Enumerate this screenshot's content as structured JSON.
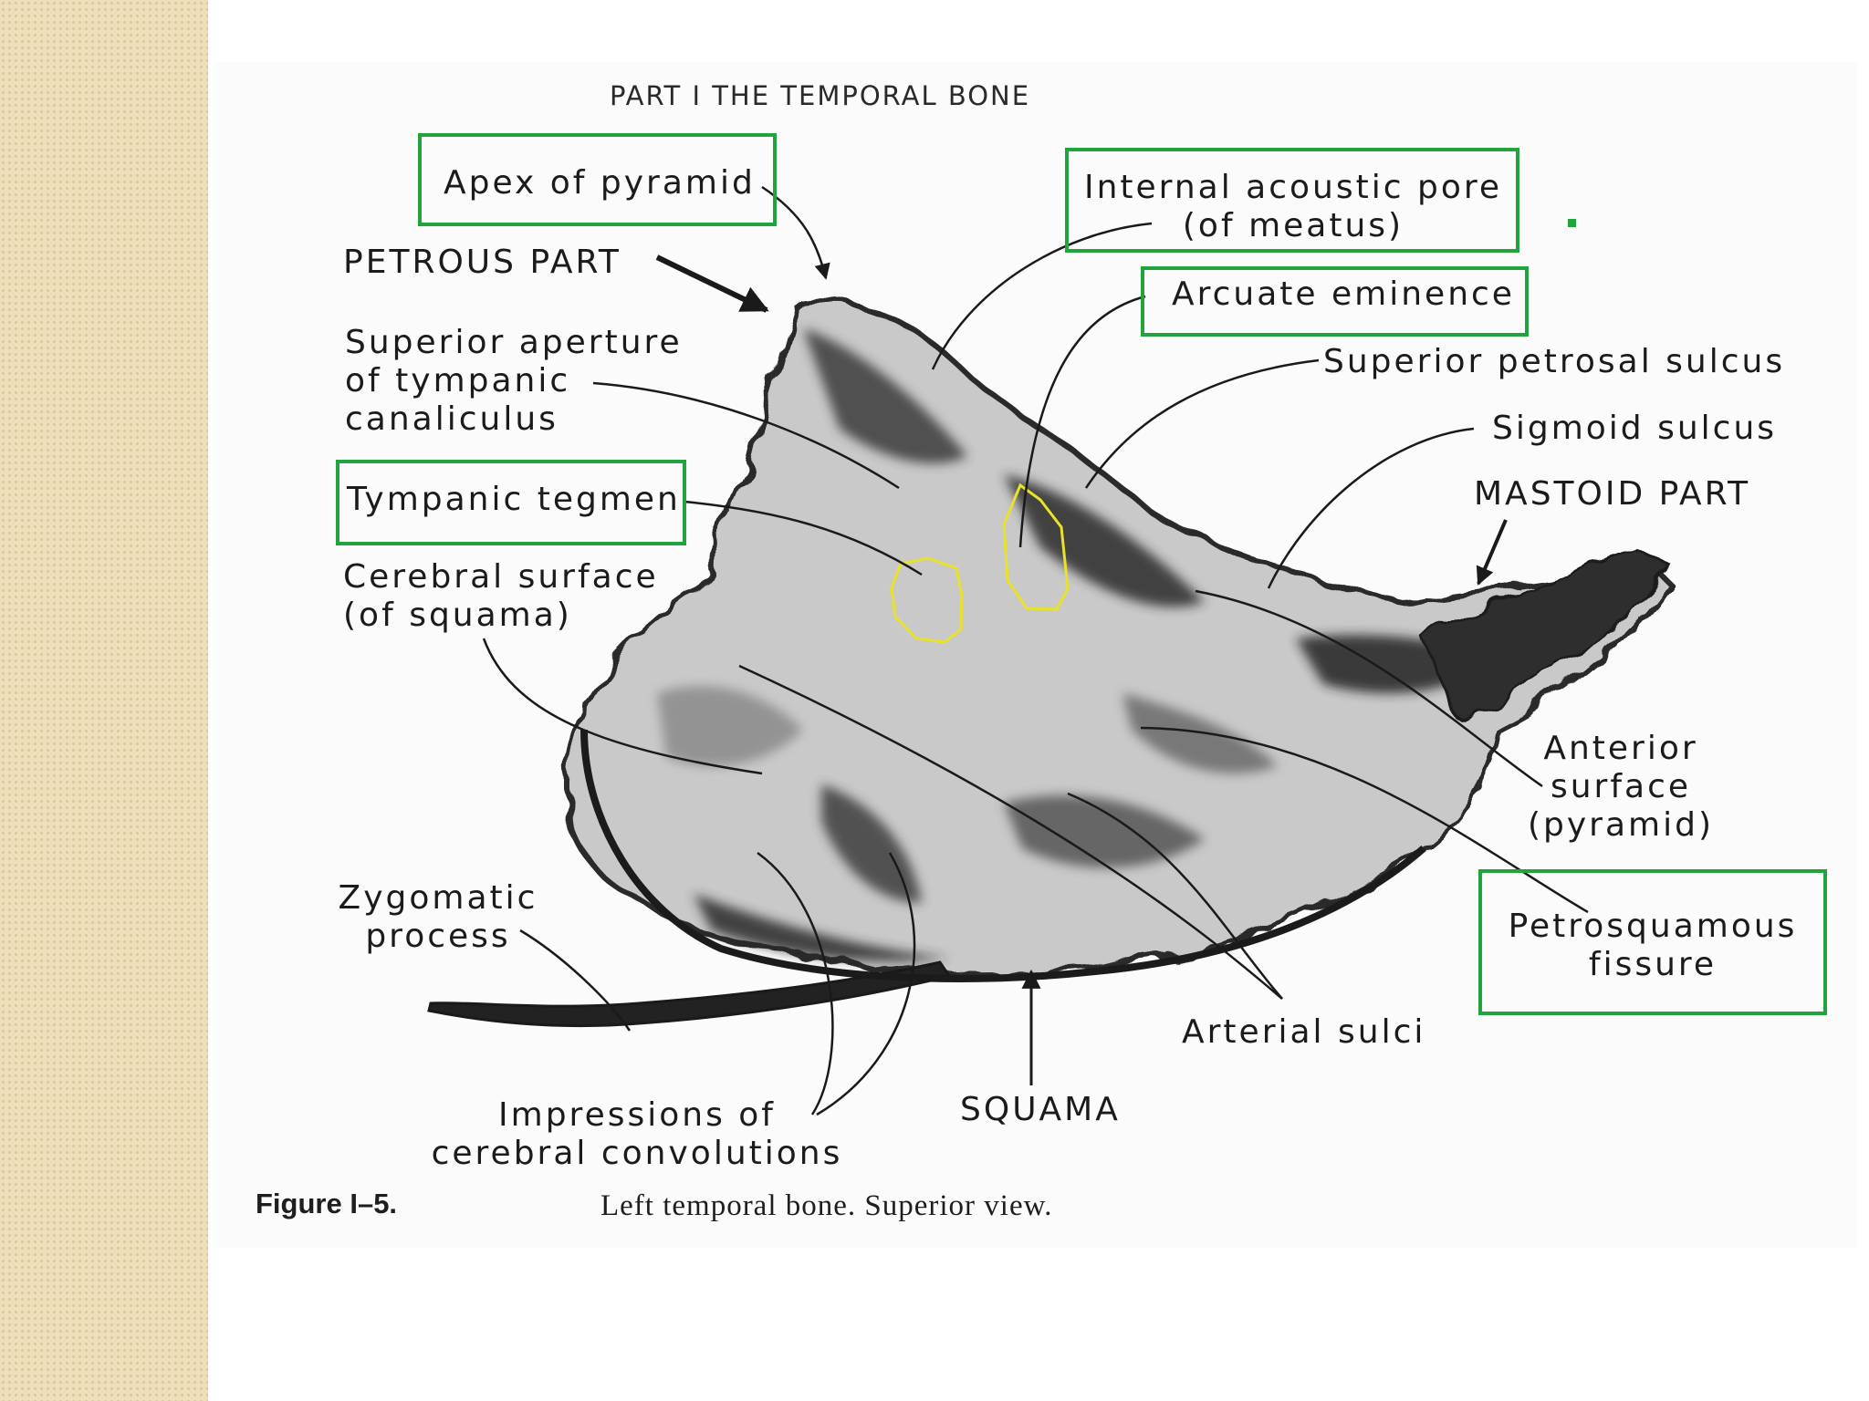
{
  "header": {
    "part_title": "PART I   THE TEMPORAL BONE"
  },
  "labels": {
    "apex": "Apex of pyramid",
    "internal_pore_1": "Internal acoustic pore",
    "internal_pore_2": "(of meatus)",
    "petrous": "PETROUS PART",
    "arcuate": "Arcuate eminence",
    "superior_aperture_1": "Superior aperture",
    "superior_aperture_2": "of tympanic",
    "superior_aperture_3": "canaliculus",
    "superior_petrosal": "Superior petrosal sulcus",
    "sigmoid": "Sigmoid sulcus",
    "mastoid": "MASTOID PART",
    "tympanic_tegmen": "Tympanic tegmen",
    "cerebral_surface_1": "Cerebral surface",
    "cerebral_surface_2": "(of squama)",
    "anterior_surface_1": "Anterior",
    "anterior_surface_2": "surface",
    "anterior_surface_3": "(pyramid)",
    "zygomatic_1": "Zygomatic",
    "zygomatic_2": "process",
    "petrosquamous_1": "Petrosquamous",
    "petrosquamous_2": "fissure",
    "arterial_sulci": "Arterial sulci",
    "impressions_1": "Impressions of",
    "impressions_2": "cerebral convolutions",
    "squama": "SQUAMA"
  },
  "caption": {
    "figure_number": "Figure I–5.",
    "text": "Left temporal bone. Superior view."
  },
  "colors": {
    "highlight_box": "#21a33d",
    "highlight_outline": "#e8e22a",
    "slide_stripe": "#eedfba"
  }
}
